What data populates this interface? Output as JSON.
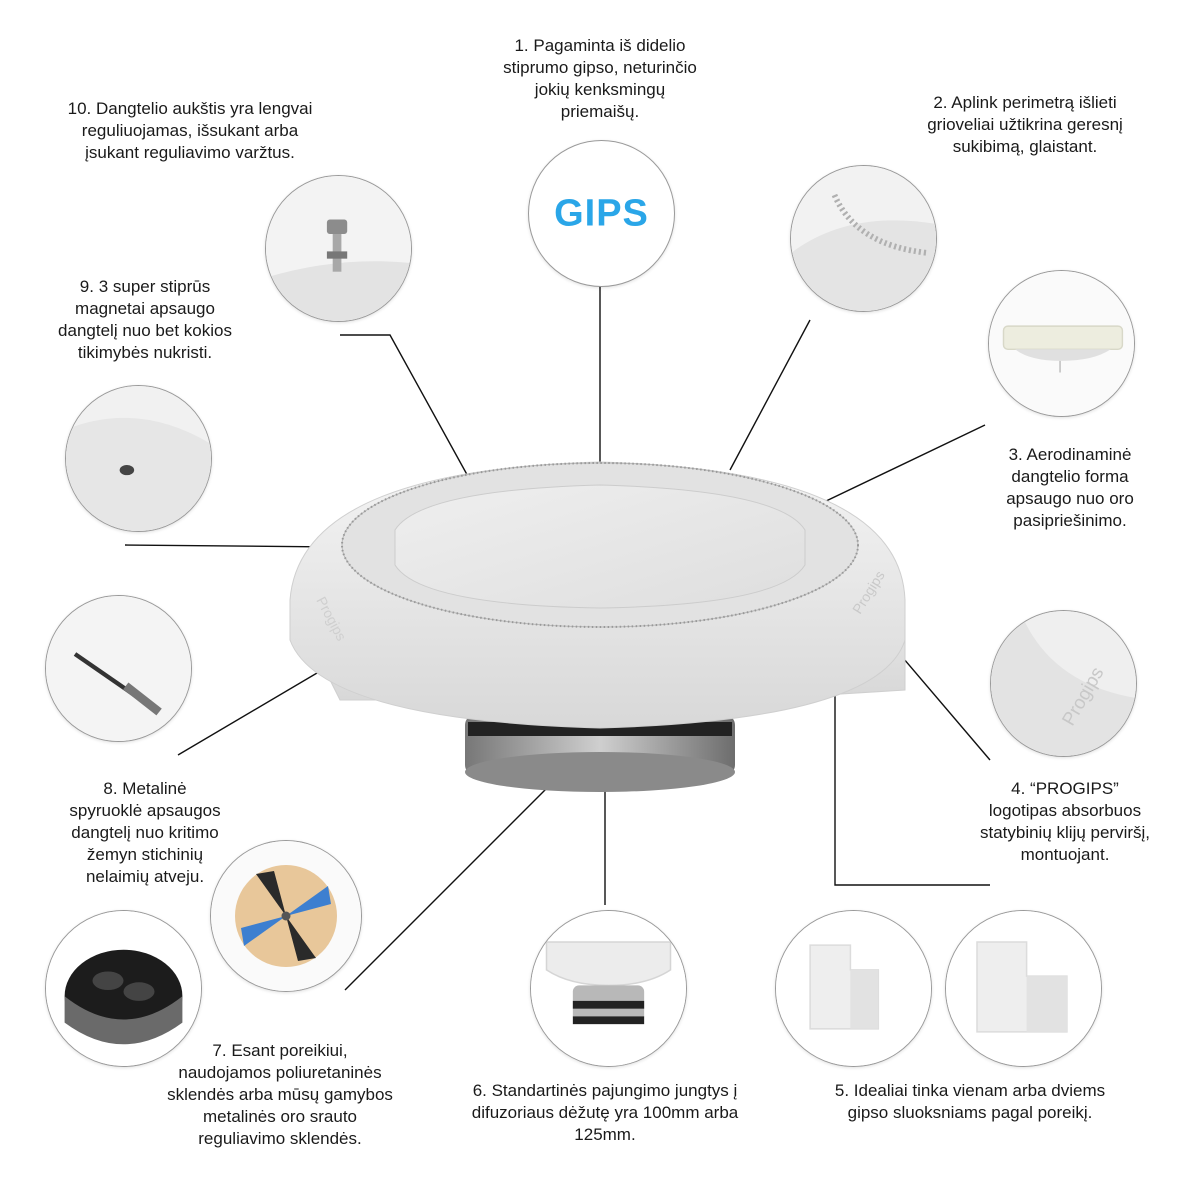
{
  "callouts": [
    {
      "id": "c1",
      "lines": [
        "1. Pagaminta iš didelio",
        "stiprumo gipso, neturinčio",
        "jokių kenksmingų",
        "priemaišų."
      ],
      "icon_text": "GIPS"
    },
    {
      "id": "c2",
      "lines": [
        "2. Aplink perimetrą išlieti",
        "grioveliai užtikrina geresnį",
        "sukibimą, glaistant."
      ]
    },
    {
      "id": "c3",
      "lines": [
        "3. Aerodinaminė",
        "dangtelio forma",
        "apsaugo nuo oro",
        "pasipriešinimo."
      ]
    },
    {
      "id": "c4",
      "lines": [
        "4. “PROGIPS”",
        "logotipas absorbuos",
        "statybinių klijų perviršį,",
        "montuojant."
      ],
      "icon_text": "Progips"
    },
    {
      "id": "c5",
      "lines": [
        "5. Idealiai tinka vienam arba dviems",
        "gipso sluoksniams pagal poreikį."
      ]
    },
    {
      "id": "c6",
      "lines": [
        "6. Standartinės pajungimo jungtys į",
        "difuzoriaus dėžutę yra 100mm arba",
        "125mm."
      ]
    },
    {
      "id": "c7",
      "lines": [
        "7. Esant poreikiui,",
        "naudojamos poliuretaninės",
        "sklendės arba mūsų gamybos",
        "metalinės oro srauto",
        "reguliavimo sklendės."
      ]
    },
    {
      "id": "c8",
      "lines": [
        "8. Metalinė",
        "spyruoklė apsaugos",
        "dangtelį nuo kritimo",
        "žemyn stichinių",
        "nelaimių atveju."
      ]
    },
    {
      "id": "c9",
      "lines": [
        "9. 3 super stiprūs",
        "magnetai apsaugo",
        "dangtelį nuo bet kokios",
        "tikimybės nukristi."
      ]
    },
    {
      "id": "c10",
      "lines": [
        "10. Dangtelio aukštis yra lengvai",
        "reguliuojamas, išsukant arba",
        "įsukant reguliavimo varžtus."
      ]
    }
  ],
  "product": {
    "logo_text": "Progips"
  },
  "colors": {
    "accent": "#2aa6e8",
    "line": "#111111",
    "circle_border": "#9a9a9a",
    "plaster": "#e9e9e9"
  }
}
